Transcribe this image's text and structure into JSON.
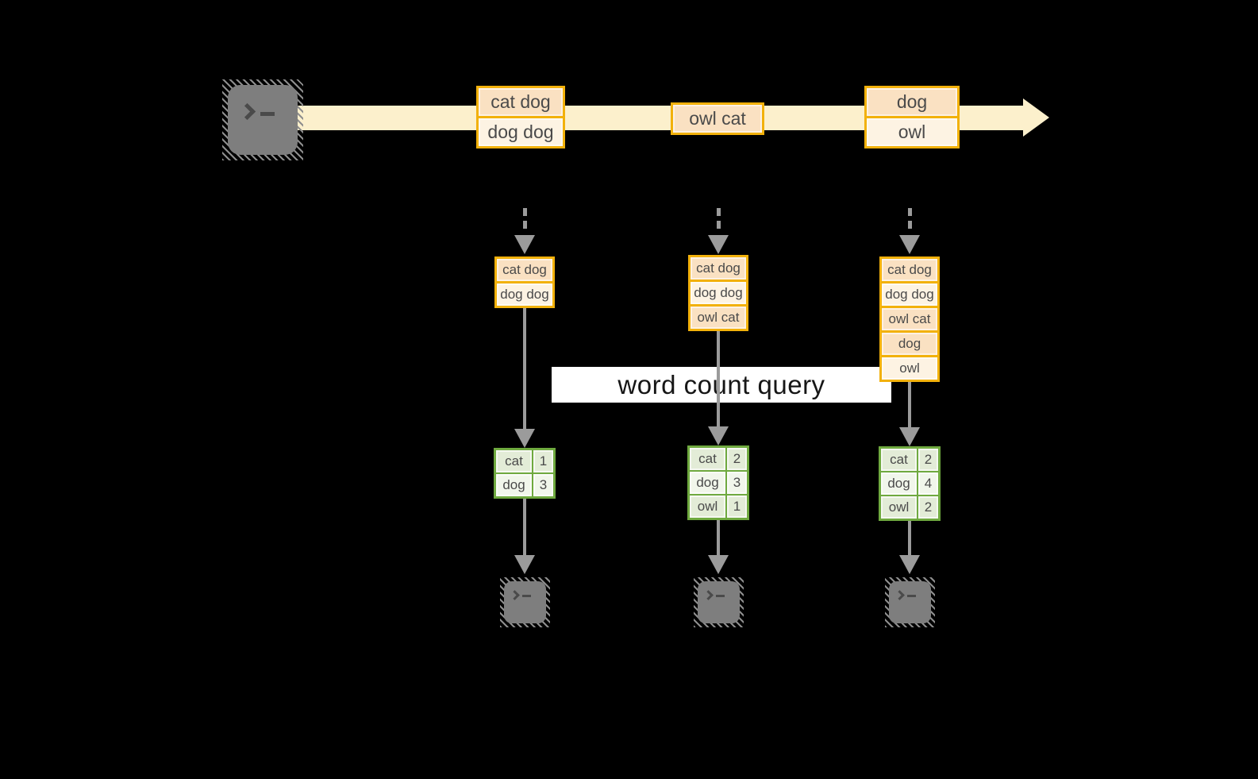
{
  "query_banner": {
    "label": "word count query"
  },
  "stream": {
    "boxes": [
      {
        "rows": [
          {
            "text": "cat dog"
          },
          {
            "text": "dog dog"
          }
        ]
      },
      {
        "rows": [
          {
            "text": "owl cat"
          }
        ]
      },
      {
        "rows": [
          {
            "text": "dog"
          },
          {
            "text": "owl"
          }
        ]
      }
    ]
  },
  "columns": [
    {
      "buffer": {
        "rows": [
          {
            "text": "cat dog"
          },
          {
            "text": "dog dog"
          }
        ]
      },
      "counts": {
        "rows": [
          {
            "word": "cat",
            "count": "1"
          },
          {
            "word": "dog",
            "count": "3"
          }
        ]
      }
    },
    {
      "buffer": {
        "rows": [
          {
            "text": "cat dog"
          },
          {
            "text": "dog dog"
          },
          {
            "text": "owl cat"
          }
        ]
      },
      "counts": {
        "rows": [
          {
            "word": "cat",
            "count": "2"
          },
          {
            "word": "dog",
            "count": "3"
          },
          {
            "word": "owl",
            "count": "1"
          }
        ]
      }
    },
    {
      "buffer": {
        "rows": [
          {
            "text": "cat dog"
          },
          {
            "text": "dog dog"
          },
          {
            "text": "owl cat"
          },
          {
            "text": "dog"
          },
          {
            "text": "owl"
          }
        ]
      },
      "counts": {
        "rows": [
          {
            "word": "cat",
            "count": "2"
          },
          {
            "word": "dog",
            "count": "4"
          },
          {
            "word": "owl",
            "count": "2"
          }
        ]
      }
    }
  ],
  "icons": {
    "source": "terminal-prompt",
    "sinks": [
      "terminal-prompt",
      "terminal-prompt",
      "terminal-prompt"
    ]
  },
  "colors": {
    "background": "#000000",
    "stream_band": "#FCF0CC",
    "record_border_gold": "#F2B10B",
    "record_fill_dark": "#FAE1C2",
    "record_fill_light": "#FDF3E3",
    "table_border_green": "#6FA93F",
    "table_fill_dark": "#E3ECD7",
    "table_fill_light": "#F1F6EB",
    "connector_gray": "#9B9B9B",
    "terminal_gray": "#7E7E7E",
    "banner_bg": "#FFFFFF"
  }
}
